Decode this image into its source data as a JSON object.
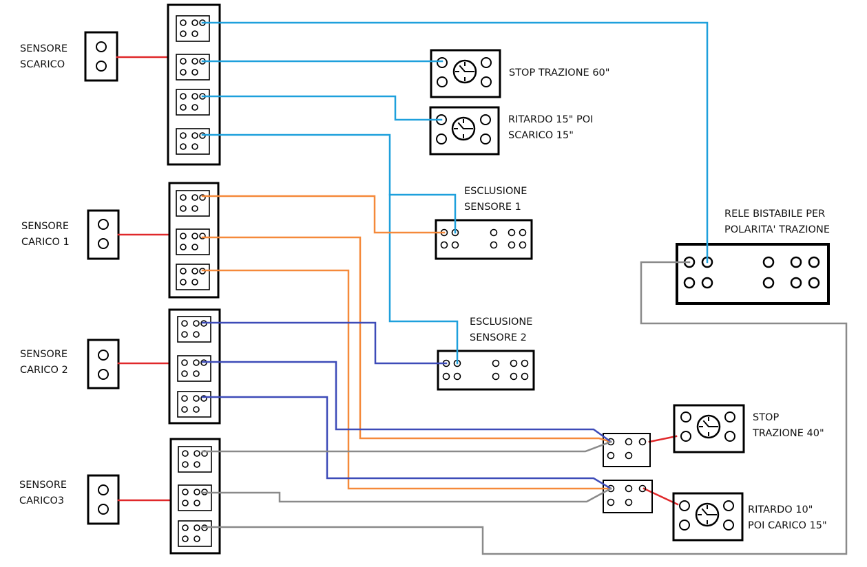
{
  "colors": {
    "black": "#000000",
    "red": "#e0282a",
    "blue": "#1ea0dc",
    "orange": "#f5893a",
    "navy": "#3d4bb8",
    "gray": "#8a8a8a"
  },
  "labels": {
    "sensore_scarico": [
      "SENSORE",
      "SCARICO"
    ],
    "sensore_carico_1": [
      "SENSORE",
      "CARICO 1"
    ],
    "sensore_carico_2": [
      "SENSORE",
      "CARICO 2"
    ],
    "sensore_carico_3": [
      "SENSORE",
      "CARICO3"
    ],
    "stop_trazione_60": [
      "STOP TRAZIONE 60\""
    ],
    "ritardo_15_scarico": [
      "RITARDO 15\" POI",
      "SCARICO 15\""
    ],
    "esclusione_sensore_1": [
      "ESCLUSIONE",
      "SENSORE 1"
    ],
    "esclusione_sensore_2": [
      "ESCLUSIONE",
      "SENSORE 2"
    ],
    "rele_bistabile": [
      "RELE BISTABILE PER",
      "POLARITA' TRAZIONE"
    ],
    "stop_trazione_40": [
      "STOP",
      "TRAZIONE 40\""
    ],
    "ritardo_10_carico": [
      "RITARDO 10\"",
      "POI CARICO 15\""
    ]
  }
}
